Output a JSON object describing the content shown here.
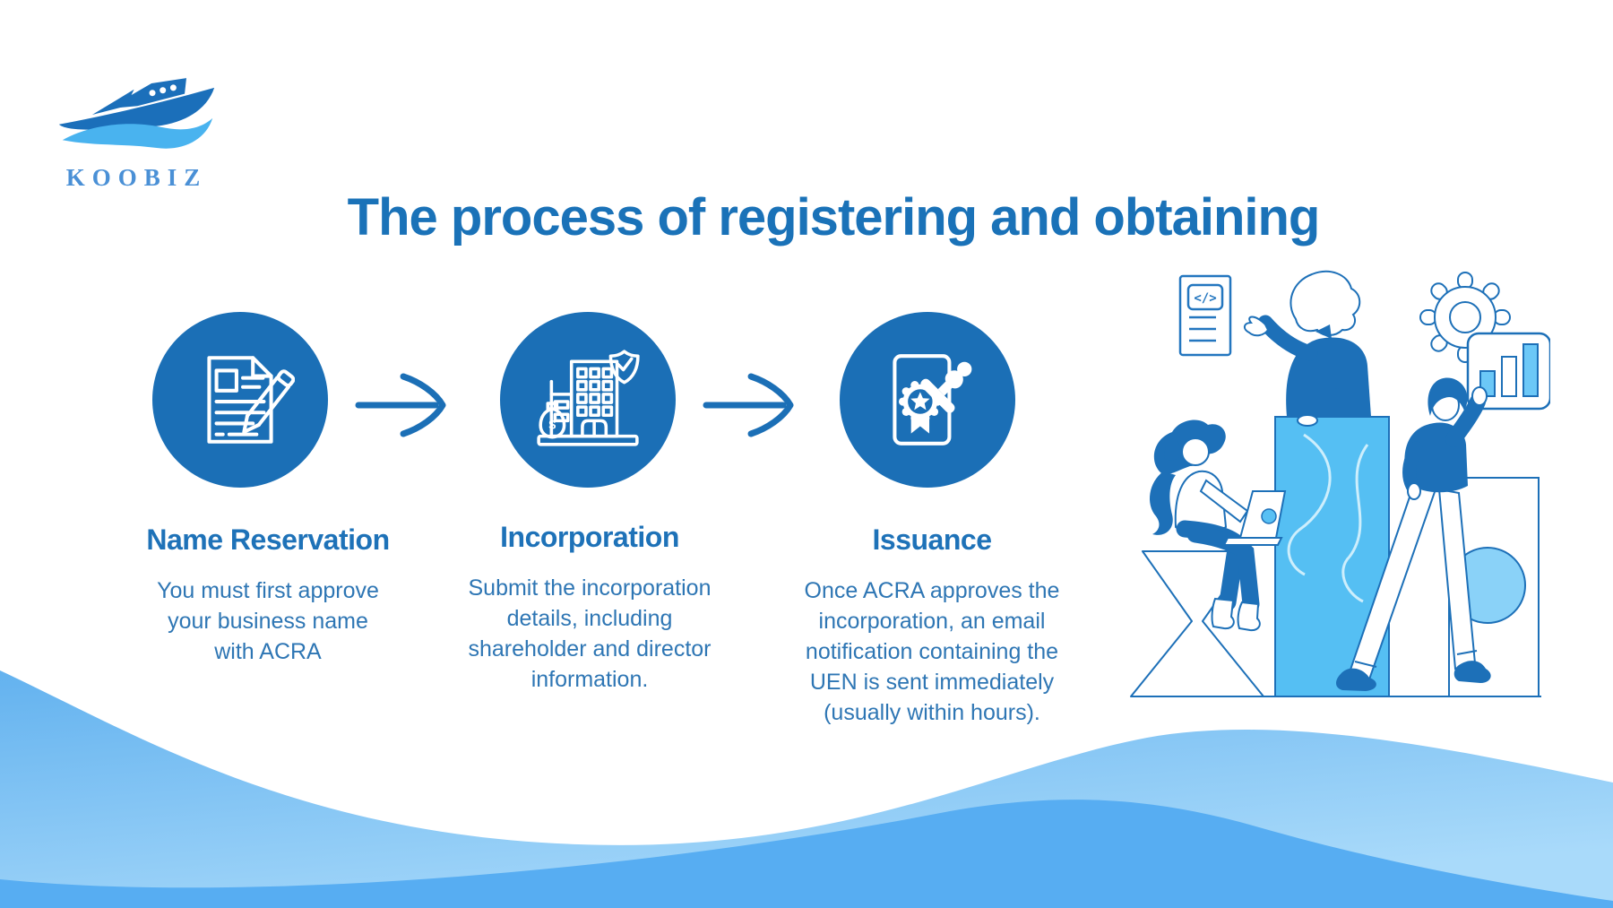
{
  "logo": {
    "brand": "KOOBIZ",
    "icon": "ship-logo-icon",
    "brand_color": "#4a90d6"
  },
  "header": {
    "title": "The process of registering and obtaining",
    "color": "#1a72b8"
  },
  "steps": [
    {
      "icon": "document-pencil-icon",
      "title": "Name Reservation",
      "description": "You must first approve\nyour business name\nwith ACRA"
    },
    {
      "icon": "building-shield-icon",
      "title": "Incorporation",
      "description": "Submit the incorporation\ndetails, including\nshareholder and director\ninformation."
    },
    {
      "icon": "certificate-stamp-icon",
      "title": "Issuance",
      "description": "Once ACRA approves the\nincorporation, an email\nnotification containing the\nUEN is sent immediately\n(usually within hours)."
    }
  ],
  "flow_arrow_icon": "curved-right-arrow-icon",
  "glyphs": {
    "code": "</>",
    "dollar": "$"
  },
  "illustration": {
    "elements": [
      "code-document",
      "pointing-woman",
      "gear",
      "bar-chart-card",
      "blue-pillar",
      "woman-with-laptop",
      "hourglass-stool",
      "walking-man",
      "circle-accent",
      "frame-rectangle"
    ]
  },
  "colors": {
    "primary_blue": "#1b6fb6",
    "heading_blue": "#1e72b8",
    "body_text_blue": "#2e76b4",
    "pillar_blue": "#55bff3",
    "accent_light_blue": "#8ad2f8",
    "wave_gradient_top": "#6ab7f1",
    "wave_gradient_bottom": "#a9dafa",
    "wave_saturated": "#57adf2"
  }
}
